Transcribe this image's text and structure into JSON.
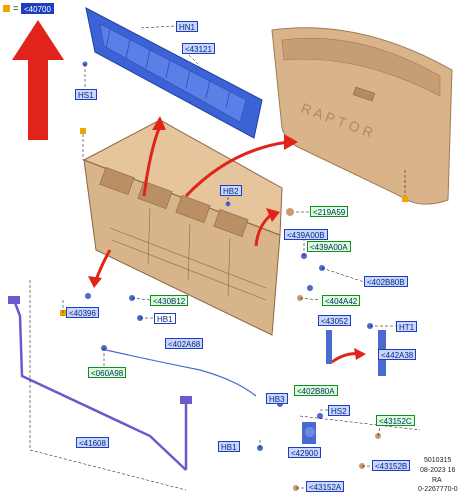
{
  "legend": {
    "equals": "=",
    "label": "<40700"
  },
  "callouts": {
    "hn1": "HN1",
    "c43121": "<43121",
    "hs1": "HS1",
    "hb2": "HB2",
    "c219a59": "<219A59",
    "c439a00b": "<439A00B",
    "c439a00a": "<439A00A",
    "c402b80b": "<402B80B",
    "c404a42": "<404A42",
    "c40396": "<40396",
    "c430b12": "<430B12",
    "hb1a": "HB1",
    "c43052": "<43052",
    "ht1": "HT1",
    "c402a68": "<402A68",
    "c442a38": "<442A38",
    "c060a98": "<060A98",
    "c402b80a": "<402B80A",
    "hb3": "HB3",
    "hs2": "HS2",
    "c43152c": "<43152C",
    "c41608": "<41608",
    "hb1b": "HB1",
    "c42900": "<42900",
    "c43152b": "<43152B",
    "c43152a": "<43152A"
  },
  "reference": {
    "code": "5010315",
    "date": "08-2023 16",
    "suffix": "RA",
    "partial": "0-2267770-0"
  },
  "colors": {
    "legend_blue": "#1d3fbf",
    "part_blue": "#3b63d6",
    "panel_tan": "#d8b48a",
    "arrow_red": "#e0241b",
    "rod_purple": "#6a5acd",
    "callout_green": "#1a8a2a"
  }
}
